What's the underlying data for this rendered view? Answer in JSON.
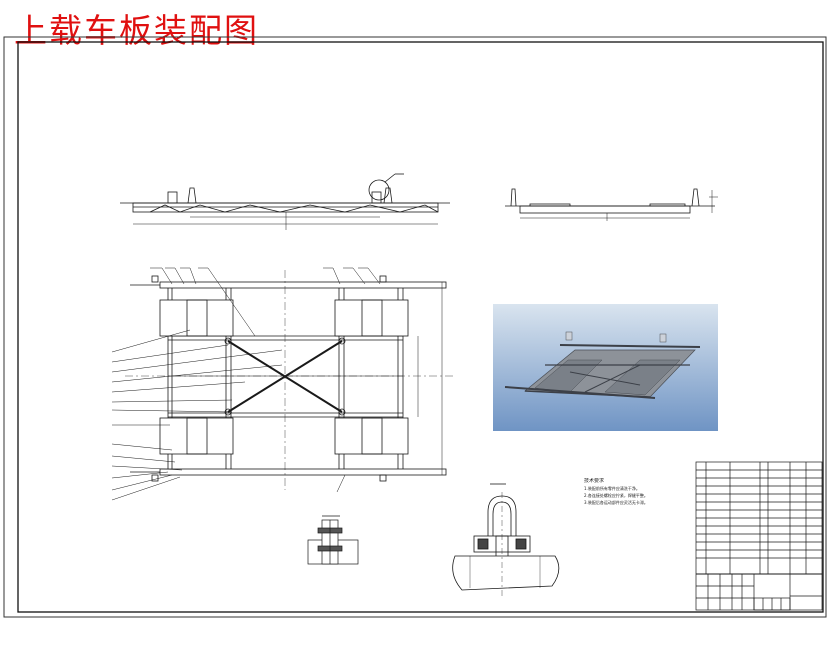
{
  "title": "上载车板装配图",
  "colors": {
    "title_red": "#e01010",
    "line": "#1a1a1a",
    "render_top": "#d9e4ef",
    "render_bottom": "#6f94c4"
  },
  "notes": {
    "heading": "技术要求",
    "lines": [
      "1.装配前所有零件应清洗干净。",
      "2.各连接处螺栓应拧紧，焊缝平整。",
      "3.装配后各运动部件应灵活无卡滞。"
    ]
  }
}
